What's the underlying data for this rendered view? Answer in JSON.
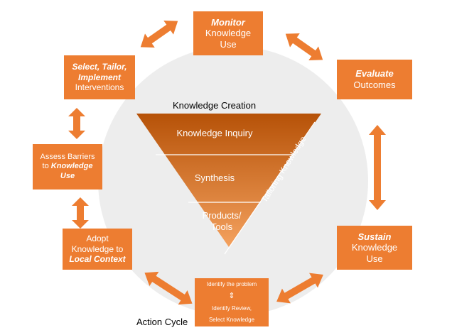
{
  "colors": {
    "orange": "#ED7D31",
    "circle": "#EDEDED",
    "triangle_top": "#B65208",
    "triangle_bottom": "#F4A15E"
  },
  "knowledge_creation": {
    "title": "Knowledge Creation",
    "tiers": [
      "Knowledge Inquiry",
      "Synthesis",
      "Products/",
      "Tools"
    ],
    "side_label": "Tailoring Knowledge"
  },
  "action_cycle": {
    "title": "Action Cycle",
    "monitor": {
      "emph": "Monitor",
      "rest": [
        "Knowledge",
        "Use"
      ]
    },
    "evaluate": {
      "emph": "Evaluate",
      "rest": [
        "Outcomes"
      ]
    },
    "sustain": {
      "emph": "Sustain",
      "rest": [
        "Knowledge",
        "Use"
      ]
    },
    "identify": {
      "top": "Identify the problem",
      "bottom": [
        "Identify Review,",
        "Select Knowledge"
      ]
    },
    "adopt": {
      "plain": [
        "Adopt",
        "Knowledge to"
      ],
      "emph": "Local Context"
    },
    "assess": {
      "plain": [
        "Assess Barriers",
        "to"
      ],
      "emph_inline": "Knowledge",
      "emph": "Use"
    },
    "select": {
      "emph": [
        "Select, Tailor,",
        "Implement"
      ],
      "rest": [
        "Interventions"
      ]
    }
  }
}
